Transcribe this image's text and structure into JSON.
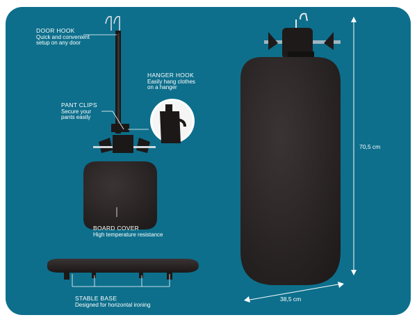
{
  "labels": {
    "door_hook": {
      "title": "DOOR HOOK",
      "desc_line1": "Quick and convenient",
      "desc_line2": "setup on any door"
    },
    "hanger_hook": {
      "title": "HANGER HOOK",
      "desc_line1": "Easily hang clothes",
      "desc_line2": "on a hanger"
    },
    "pant_clips": {
      "title": "PANT CLIPS",
      "desc_line1": "Secure your",
      "desc_line2": "pants easily"
    },
    "board_cover": {
      "title": "BOARD COVER",
      "desc_line1": "High temperature resistance"
    },
    "stable_base": {
      "title": "STABLE BASE",
      "desc_line1": "Designed for horizontal ironing"
    }
  },
  "dimensions": {
    "height": "70,5 cm",
    "width": "38,5 cm"
  },
  "colors": {
    "background": "#0d6f8c",
    "board": "#2a2424",
    "callout": "#ffffff"
  }
}
